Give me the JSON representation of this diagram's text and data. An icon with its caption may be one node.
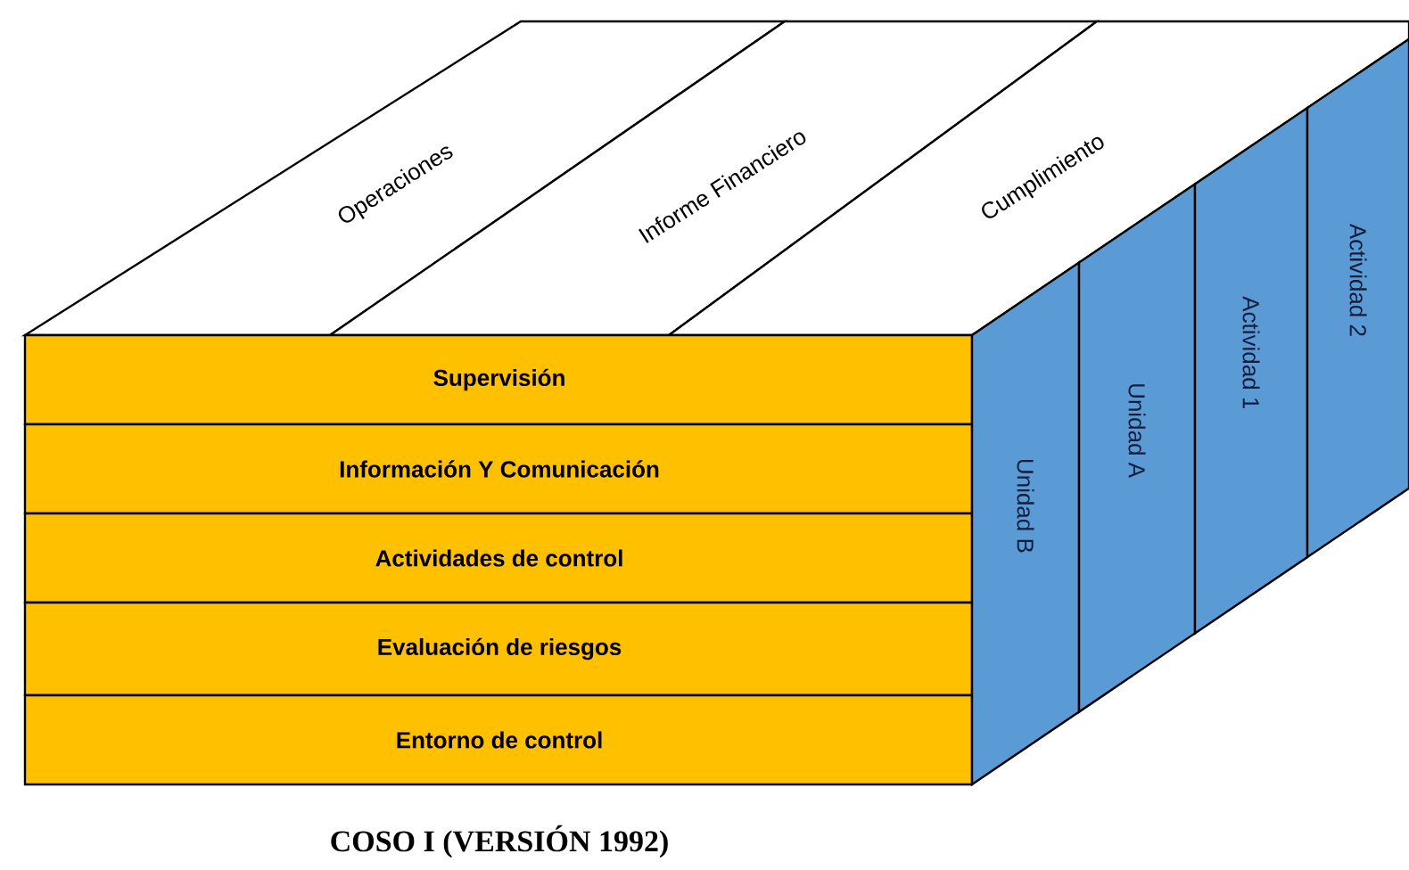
{
  "diagram": {
    "caption": "COSO I (VERSIÓN 1992)",
    "nodes": [
      {
        "text": [
          "Operaciones"
        ]
      },
      {
        "text": [
          "Informe Financiero"
        ]
      },
      {
        "text": [
          "Cumplimiento"
        ]
      },
      {
        "text": [
          "Supervisión"
        ]
      },
      {
        "text": [
          "Información Y Comunicación"
        ]
      },
      {
        "text": [
          "Actividades de control"
        ]
      },
      {
        "text": [
          "Evaluación de riesgos"
        ]
      },
      {
        "text": [
          "Entorno de control"
        ]
      },
      {
        "text": [
          "Unidad B"
        ]
      },
      {
        "text": [
          "Unidad A"
        ]
      },
      {
        "text": [
          "Actividad 1"
        ]
      },
      {
        "text": [
          "Actividad 2"
        ]
      }
    ]
  }
}
